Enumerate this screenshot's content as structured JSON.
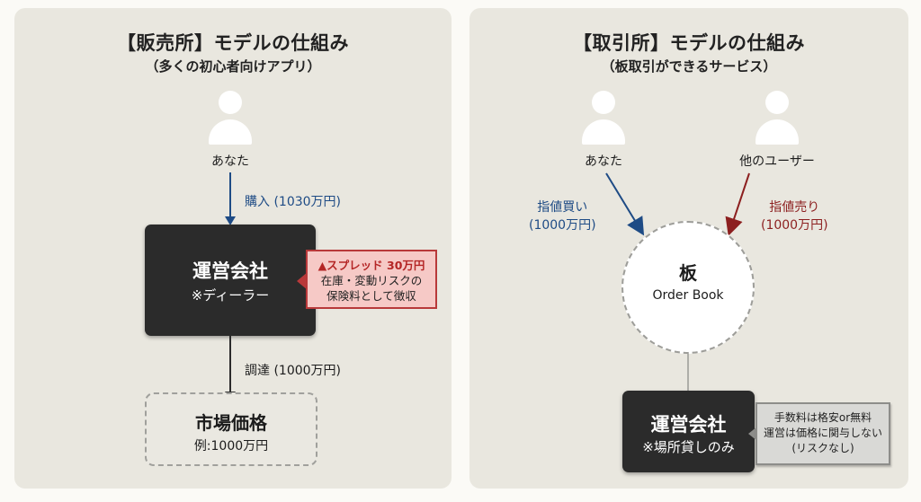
{
  "left_panel": {
    "title": "【販売所】モデルの仕組み",
    "subtitle": "（多くの初心者向けアプリ）",
    "user_label": "あなた",
    "buy_arrow_label": "購入 (1030万円)",
    "dealer": {
      "name": "運営会社",
      "role": "※ディーラー"
    },
    "spread_callout": {
      "headline": "▲スプレッド 30万円",
      "line1": "在庫・変動リスクの",
      "line2": "保険料として徴収"
    },
    "procure_arrow_label": "調達 (1000万円)",
    "market": {
      "name": "市場価格",
      "example": "例:1000万円"
    }
  },
  "right_panel": {
    "title": "【取引所】モデルの仕組み",
    "subtitle": "（板取引ができるサービス）",
    "user_label": "あなた",
    "other_user_label": "他のユーザー",
    "buy_order": {
      "line1": "指値買い",
      "line2": "(1000万円)"
    },
    "sell_order": {
      "line1": "指値売り",
      "line2": "(1000万円)"
    },
    "order_book": {
      "name": "板",
      "english": "Order Book"
    },
    "operator": {
      "name": "運営会社",
      "role": "※場所貸しのみ"
    },
    "fee_callout": {
      "line1": "手数料は格安or無料",
      "line2": "運営は価格に関与しない",
      "line3": "(リスクなし)"
    }
  },
  "colors": {
    "background": "#fbfaf6",
    "panel": "#e9e7df",
    "buy_blue": "#1e4b85",
    "sell_red": "#8c1f1f",
    "dark_box": "#2b2b2b",
    "spread_pink": "#f6c9c6",
    "spread_border": "#b8393a"
  }
}
